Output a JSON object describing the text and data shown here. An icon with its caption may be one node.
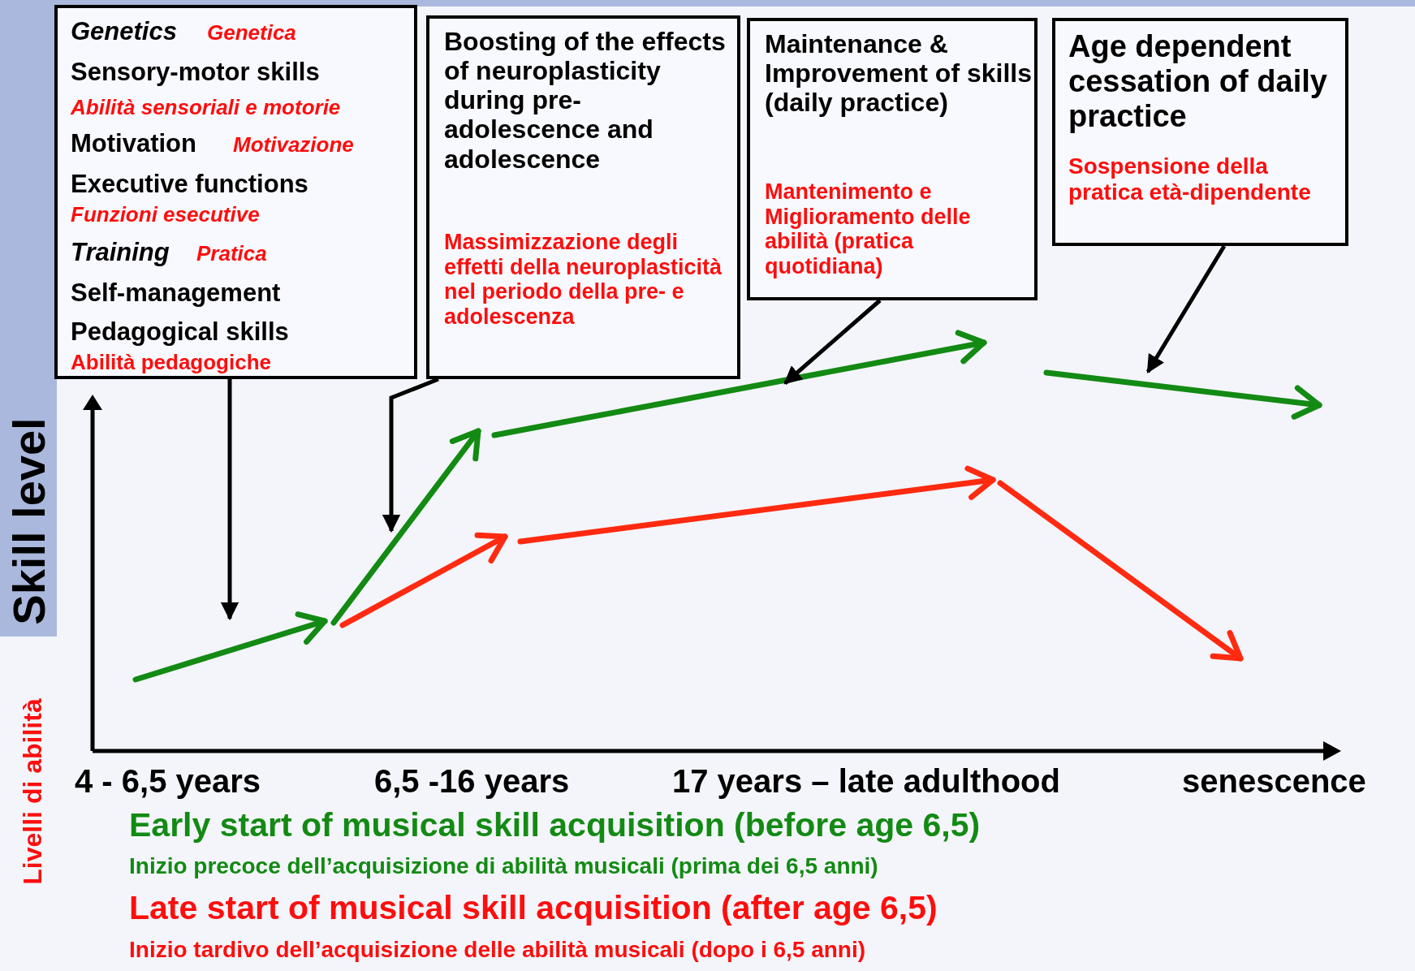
{
  "diagram": {
    "nodes": [
      {
        "text": [
          "Genetics",
          "Genetica",
          "Sensory-motor skills",
          "Abilità sensoriali e motorie",
          "Motivation",
          "Motivazione",
          "Executive functions",
          "Funzioni esecutive",
          "Training",
          "Pratica",
          "Self-management",
          "Pedagogical skills",
          "Abilità pedagogiche"
        ]
      },
      {
        "text": [
          "Boosting of the effects of neuroplasticity during pre-adolescence and adolescence",
          "Massimizzazione degli effetti della neuroplasticità nel periodo della pre- e adolescenza"
        ]
      },
      {
        "text": [
          "Maintenance & Improvement of skills (daily practice)",
          "Mantenimento e Miglioramento delle abilità (pratica quotidiana)"
        ]
      },
      {
        "text": [
          "Age dependent cessation of daily practice",
          "Sospensione della pratica età-dipendente"
        ]
      }
    ],
    "edges": [
      {
        "from": 0,
        "to": null,
        "arrow": "to"
      },
      {
        "from": 1,
        "to": null,
        "arrow": "to"
      },
      {
        "from": 2,
        "to": null,
        "arrow": "to"
      },
      {
        "from": 3,
        "to": null,
        "arrow": "to"
      }
    ],
    "labels": [
      "Skill level",
      "Livelli di abilità",
      "4 - 6,5 years",
      "6,5 -16 years",
      "17 years – late adulthood",
      "senescence",
      "Early start of musical skill acquisition  (before age 6,5)",
      "Inizio precoce dell’acquisizione di abilità musicali (prima dei 6,5 anni)",
      "Late start of musical skill acquisition (after age 6,5)",
      "Inizio tardivo dell’acquisizione delle abilità musicali (dopo i 6,5 anni)"
    ]
  }
}
